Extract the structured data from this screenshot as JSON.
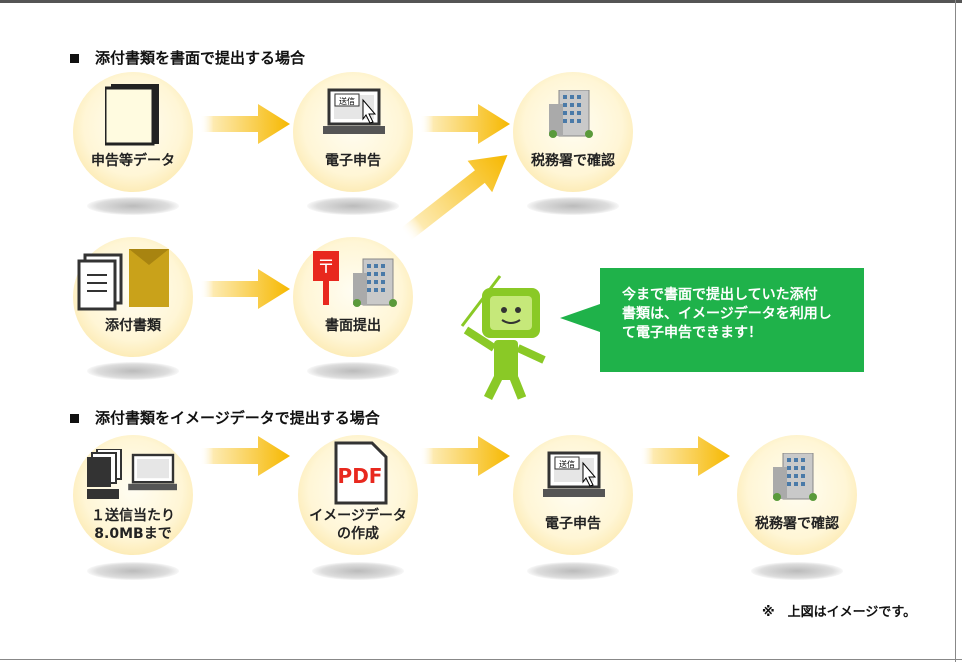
{
  "sections": [
    {
      "heading": "添付書類を書面で提出する場合"
    },
    {
      "heading": "添付書類をイメージデータで提出する場合"
    }
  ],
  "nodes": {
    "r1a": "申告等データ",
    "r1b": "電子申告",
    "r1c": "税務署で確認",
    "r2a": "添付書類",
    "r2b": "書面提出",
    "r3a_1": "１送信当たり",
    "r3a_2": "8.0MBまで",
    "r3b_1": "イメージデータ",
    "r3b_2": "の作成",
    "r3c": "電子申告",
    "r3d": "税務署で確認"
  },
  "icon_text": {
    "send": "送信",
    "pdf": "PDF"
  },
  "bubble": {
    "line1": "今まで書面で提出していた添付",
    "line2": "書類は、イメージデータを利用し",
    "line3": "て電子申告できます！"
  },
  "note": "※　上図はイメージです。",
  "colors": {
    "bubble": "#1fb24a",
    "arrow": "#f6b800",
    "circle": "#fbe6a6"
  }
}
